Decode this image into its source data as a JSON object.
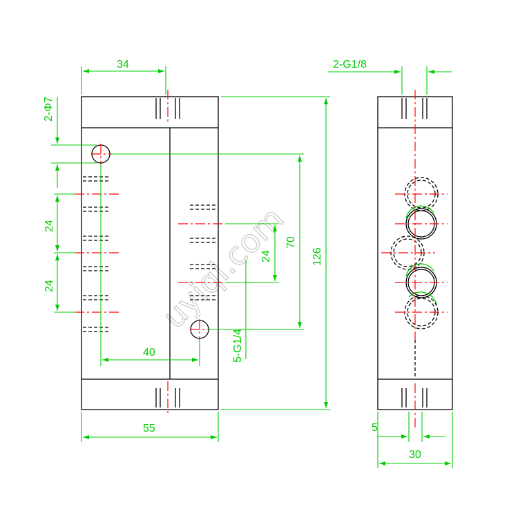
{
  "dimensions": {
    "top_width": "34",
    "hole_label": "2-Φ7",
    "spacing_upper": "24",
    "spacing_lower": "24",
    "port_spacing": "24",
    "hole_distance": "70",
    "overall_height": "126",
    "hole_offset": "40",
    "port_label": "5-G1/4",
    "overall_width": "55",
    "side_port_label": "2-G1/8",
    "side_offset": "5",
    "side_width": "30"
  },
  "watermark": "uyiqi.com",
  "colors": {
    "outline": "#000000",
    "dimension": "#00cc00",
    "centerline": "#ff0000",
    "watermark": "#c8c8c8"
  }
}
